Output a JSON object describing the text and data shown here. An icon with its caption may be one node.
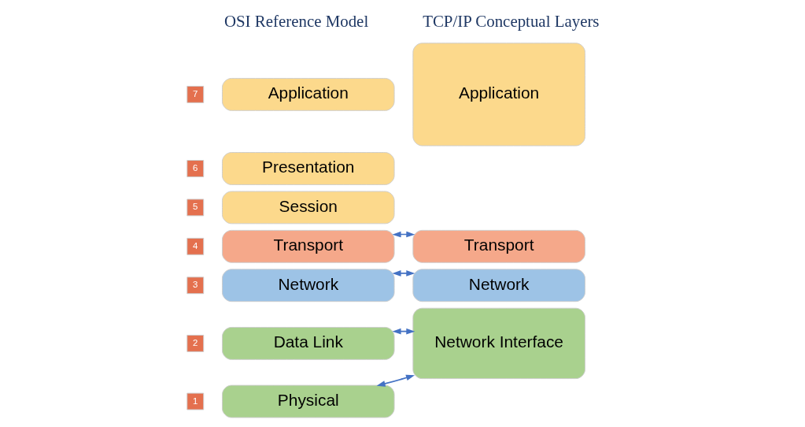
{
  "diagram": {
    "nodes": [
      {
        "text": [
          "7"
        ]
      },
      {
        "text": [
          "Application"
        ]
      },
      {
        "text": [
          "6"
        ]
      },
      {
        "text": [
          "Presentation"
        ]
      },
      {
        "text": [
          "5"
        ]
      },
      {
        "text": [
          "Session"
        ]
      },
      {
        "text": [
          "4"
        ]
      },
      {
        "text": [
          "Transport"
        ]
      },
      {
        "text": [
          "3"
        ]
      },
      {
        "text": [
          "Network"
        ]
      },
      {
        "text": [
          "2"
        ]
      },
      {
        "text": [
          "Data Link"
        ]
      },
      {
        "text": [
          "1"
        ]
      },
      {
        "text": [
          "Physical"
        ]
      },
      {
        "text": [
          "Application"
        ]
      },
      {
        "text": [
          "Transport"
        ]
      },
      {
        "text": [
          "Network"
        ]
      },
      {
        "text": [
          "Network Interface"
        ]
      }
    ],
    "edges": [
      {
        "from": 7,
        "to": 15,
        "arrow": "both"
      },
      {
        "from": 9,
        "to": 16,
        "arrow": "both"
      },
      {
        "from": 11,
        "to": 17,
        "arrow": "both"
      },
      {
        "from": 13,
        "to": 17,
        "arrow": "both"
      }
    ],
    "labels": [
      "OSI Reference Model",
      "TCP/IP Conceptual Layers"
    ]
  }
}
